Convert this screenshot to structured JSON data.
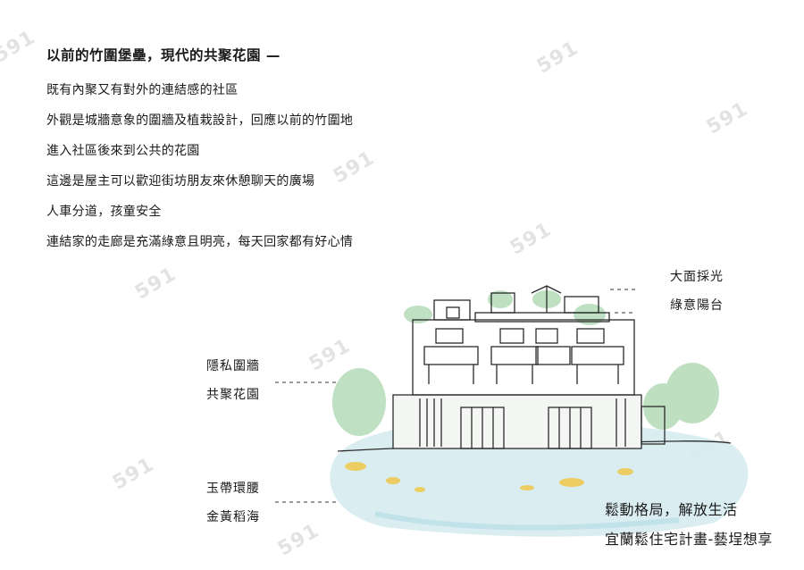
{
  "heading": "以前的竹圍堡壘，現代的共聚花園 —",
  "lines": [
    "既有內聚又有對外的連結感的社區",
    "外觀是城牆意象的圍牆及植栽設計，回應以前的竹圍地",
    "進入社區後來到公共的花園",
    "這邊是屋主可以歡迎街坊朋友來休憩聊天的廣場",
    "人車分道，孩童安全",
    "連結家的走廊是充滿綠意且明亮，每天回家都有好心情"
  ],
  "annotations": {
    "right_top": [
      "大面採光",
      "綠意陽台"
    ],
    "left_mid": [
      "隱私圍牆",
      "共聚花園"
    ],
    "left_bottom": [
      "玉帶環腰",
      "金黃稻海"
    ]
  },
  "caption": [
    "鬆動格局，解放生活",
    "宜蘭鬆住宅計畫-藝埕想享"
  ],
  "watermark": "591",
  "colors": {
    "water": "#cfe9ef",
    "greenery": "#8fc79a",
    "gold": "#f0c84a"
  }
}
